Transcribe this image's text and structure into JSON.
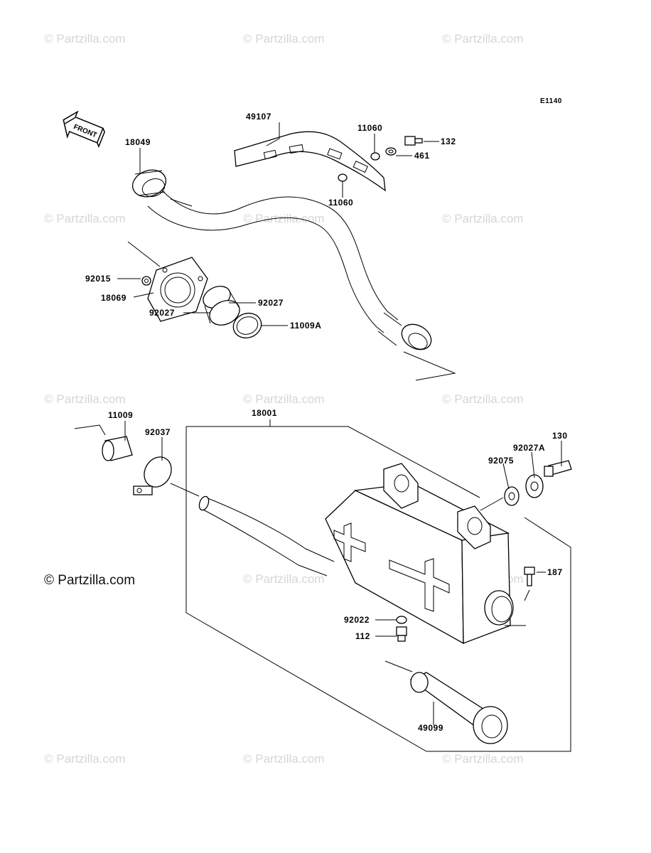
{
  "diagram": {
    "code": "E1140",
    "front_label": "FRONT",
    "watermark": "© Partzilla.com",
    "watermark_main": "© Partzilla.com",
    "parts": {
      "p49107": "49107",
      "p11060a": "11060",
      "p132": "132",
      "p461": "461",
      "p11060b": "11060",
      "p18049": "18049",
      "p92015": "92015",
      "p18069": "18069",
      "p92027a": "92027",
      "p92027b": "92027",
      "p11009A": "11009A",
      "p18001": "18001",
      "p11009": "11009",
      "p92037": "92037",
      "p130": "130",
      "p92027A": "92027A",
      "p92075": "92075",
      "p187": "187",
      "p92022": "92022",
      "p112": "112",
      "p49099": "49099"
    }
  }
}
